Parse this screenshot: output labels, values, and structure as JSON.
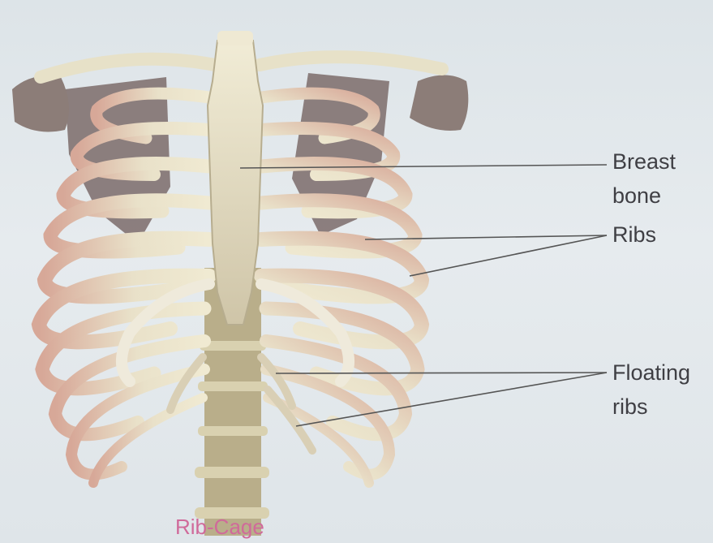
{
  "labels": {
    "breast_bone": [
      "Breast",
      "bone"
    ],
    "ribs": "Ribs",
    "floating_ribs": [
      "Floating",
      "ribs"
    ]
  },
  "caption": "Rib-Cage",
  "colors": {
    "bone": "#e8e3cb",
    "bone_shadow": "#b9ae92",
    "rib_red": "#cf9a88",
    "scapula": "#8a7b78",
    "leader_line": "#555555",
    "label_text": "#3f3f44",
    "caption_text": "#d06a9a",
    "background": "#e2e8eb"
  }
}
